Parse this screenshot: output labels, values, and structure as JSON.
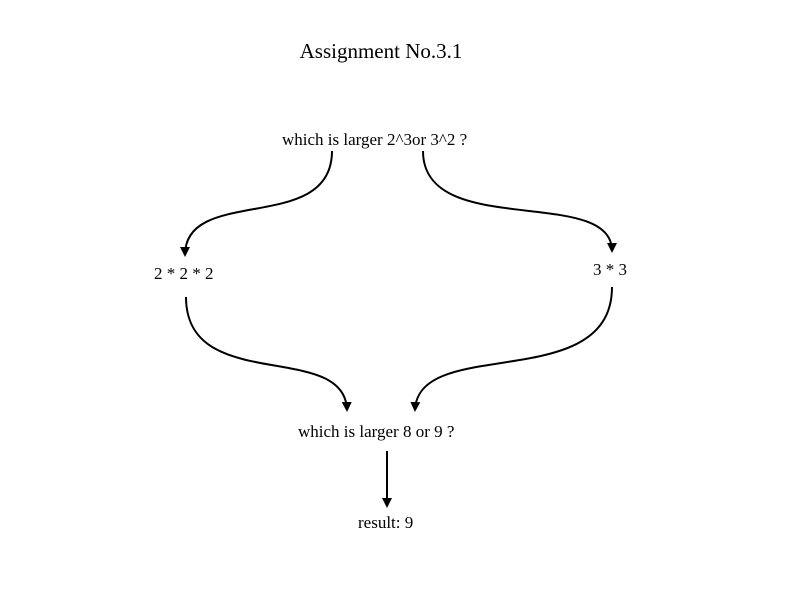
{
  "title": "Assignment No.3.1",
  "nodes": {
    "question_1": "which is larger 2^3or 3^2 ?",
    "left_expression": "2 * 2 * 2",
    "right_expression": "3 * 3",
    "question_2": "which is larger 8 or 9 ?",
    "result": "result: 9"
  },
  "colors": {
    "background": "#ffffff",
    "ink": "#000000"
  }
}
